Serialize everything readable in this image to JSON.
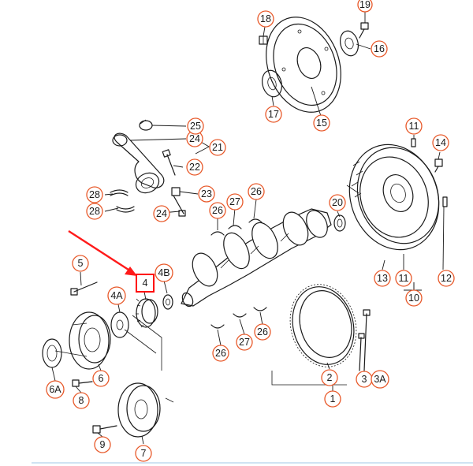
{
  "diagram": {
    "callouts": [
      {
        "id": "c1",
        "label": "1"
      },
      {
        "id": "c2",
        "label": "2"
      },
      {
        "id": "c3",
        "label": "3"
      },
      {
        "id": "c3a",
        "label": "3A"
      },
      {
        "id": "c4",
        "label": "4"
      },
      {
        "id": "c4a",
        "label": "4A"
      },
      {
        "id": "c4b",
        "label": "4B"
      },
      {
        "id": "c5",
        "label": "5"
      },
      {
        "id": "c6",
        "label": "6"
      },
      {
        "id": "c6a",
        "label": "6A"
      },
      {
        "id": "c7",
        "label": "7"
      },
      {
        "id": "c8",
        "label": "8"
      },
      {
        "id": "c9",
        "label": "9"
      },
      {
        "id": "c10",
        "label": "10"
      },
      {
        "id": "c11a",
        "label": "11"
      },
      {
        "id": "c11b",
        "label": "11"
      },
      {
        "id": "c12",
        "label": "12"
      },
      {
        "id": "c13",
        "label": "13"
      },
      {
        "id": "c14",
        "label": "14"
      },
      {
        "id": "c15",
        "label": "15"
      },
      {
        "id": "c16",
        "label": "16"
      },
      {
        "id": "c17",
        "label": "17"
      },
      {
        "id": "c18",
        "label": "18"
      },
      {
        "id": "c19",
        "label": "19"
      },
      {
        "id": "c20",
        "label": "20"
      },
      {
        "id": "c21",
        "label": "21"
      },
      {
        "id": "c22",
        "label": "22"
      },
      {
        "id": "c23",
        "label": "23"
      },
      {
        "id": "c24a",
        "label": "24"
      },
      {
        "id": "c24b",
        "label": "24"
      },
      {
        "id": "c25",
        "label": "25"
      },
      {
        "id": "c26a",
        "label": "26"
      },
      {
        "id": "c26b",
        "label": "26"
      },
      {
        "id": "c26c",
        "label": "26"
      },
      {
        "id": "c26d",
        "label": "26"
      },
      {
        "id": "c27a",
        "label": "27"
      },
      {
        "id": "c27b",
        "label": "27"
      },
      {
        "id": "c28a",
        "label": "28"
      },
      {
        "id": "c28b",
        "label": "28"
      }
    ],
    "highlighted_callout": "4",
    "colors": {
      "callout_ring": "#e8592a",
      "highlight": "#ff0000",
      "line_art": "#1a1a1a"
    }
  }
}
